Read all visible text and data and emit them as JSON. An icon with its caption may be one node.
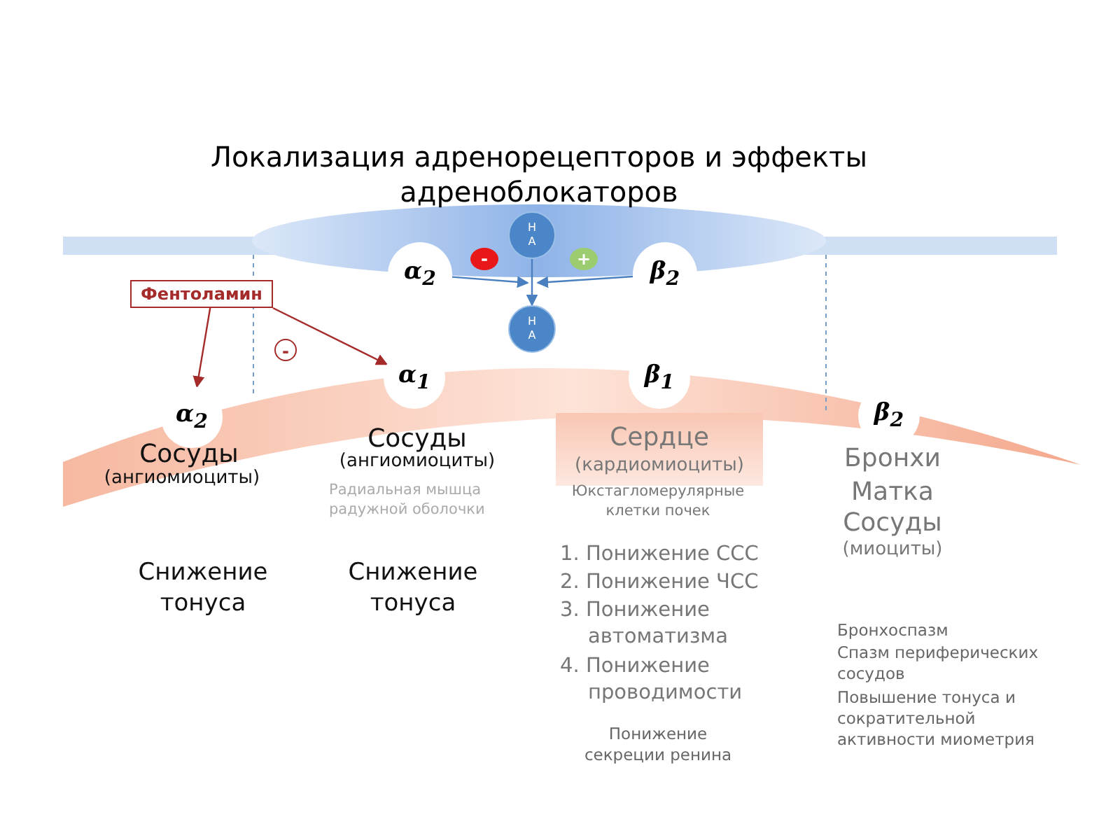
{
  "diagram": {
    "title": "Локализация адренорецепторов и эффекты адреноблокаторов",
    "nodes": [
      {
        "text": [
          "Н А"
        ]
      },
      {
        "text": [
          "Н А"
        ]
      },
      {
        "text": [
          "α$_{2}$"
        ]
      },
      {
        "text": [
          "β$_{2}$"
        ]
      },
      {
        "text": [
          "Фентоламин"
        ]
      },
      {
        "text": [
          "α$_{2}$"
        ]
      },
      {
        "text": [
          "α$_{1}$"
        ]
      },
      {
        "text": [
          "β$_{1}$"
        ]
      },
      {
        "text": [
          "β$_{2}$"
        ]
      },
      {
        "text": [
          "Сердце",
          "(кардиомиоциты)"
        ]
      }
    ],
    "edges": [
      {
        "from": 0,
        "to": 1,
        "arrow": "to"
      },
      {
        "from": 2,
        "to": 0,
        "arrow": "to"
      },
      {
        "from": 3,
        "to": 0,
        "arrow": "to"
      },
      {
        "from": 4,
        "to": 5,
        "arrow": "to",
        "color": "#a52a2a"
      },
      {
        "from": 4,
        "to": 6,
        "arrow": "to",
        "color": "#a52a2a"
      }
    ],
    "labels": [
      "-",
      "+",
      "-",
      "Сосуды",
      "(ангиомиоциты)",
      "Сосуды",
      "(ангиомиоциты)",
      "Радиальная мышца радужной оболочки",
      "Юкстагломерулярные клетки почек",
      "Бронхи",
      "Матка",
      "Сосуды",
      "(миоциты)",
      "Снижение тонуса",
      "Снижение тонуса",
      "1. Понижение ССС",
      "2. Понижение ЧСС",
      "3. Понижение автоматизма",
      "4. Понижение проводимости",
      "Бронхоспазм",
      "Спазм периферических сосудов",
      "Повышение тонуса и сократительной активности миометрия",
      "Понижение секреции ренина"
    ]
  }
}
